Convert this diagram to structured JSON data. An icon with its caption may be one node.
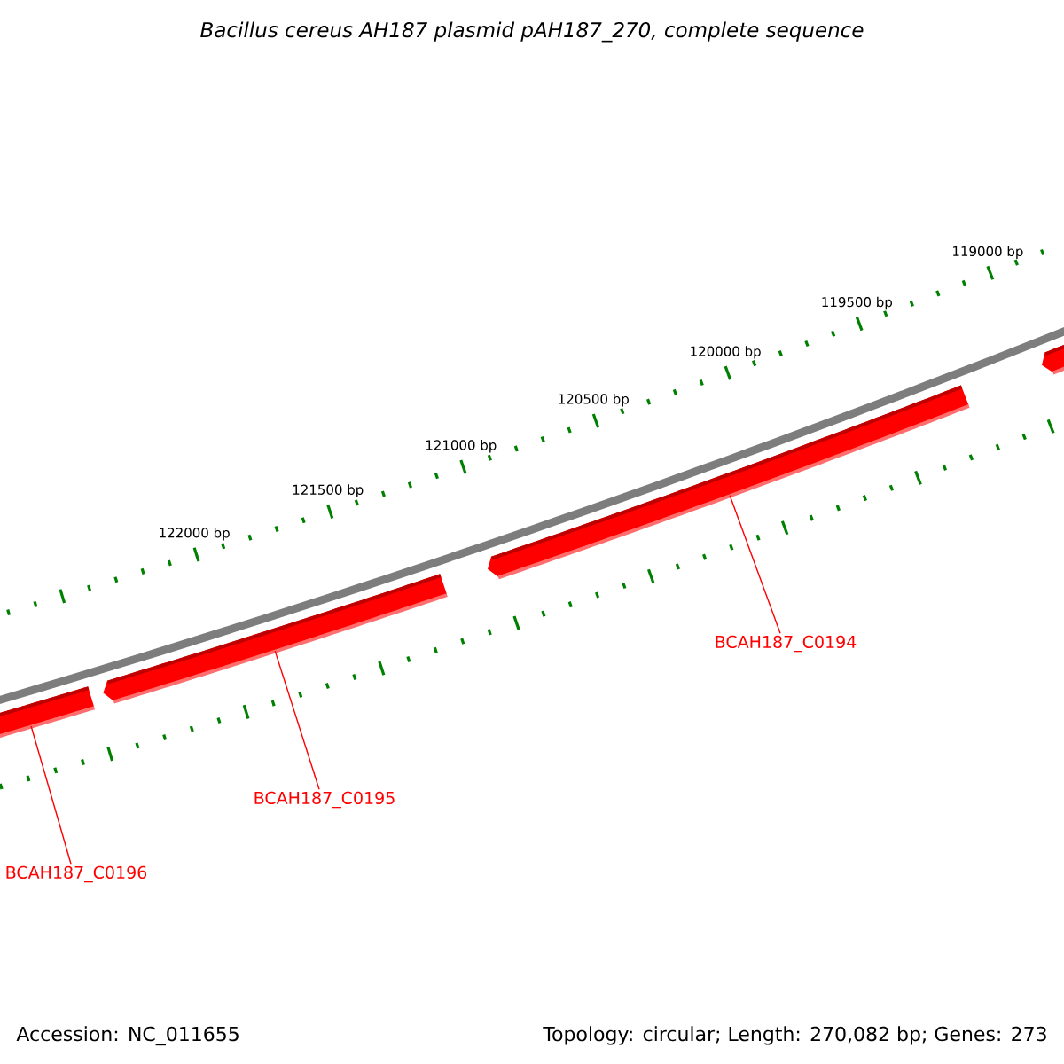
{
  "diagram": {
    "title": "Bacillus cereus AH187 plasmid pAH187_270, complete sequence",
    "nodes": [
      {
        "text": [],
        "shape": "arrow"
      },
      {
        "text": [],
        "shape": "arrow"
      },
      {
        "text": [],
        "shape": "arrow"
      },
      {
        "text": [],
        "shape": "arrow"
      },
      {
        "text": [
          "BCAH187_C0194"
        ]
      },
      {
        "text": [
          "BCAH187_C0195"
        ]
      },
      {
        "text": [
          "BCAH187_C0196"
        ]
      }
    ],
    "edges": [
      {
        "from": 4,
        "to": 2,
        "arrow": "none"
      },
      {
        "from": 5,
        "to": 1,
        "arrow": "none"
      },
      {
        "from": 6,
        "to": 0,
        "arrow": "none"
      }
    ],
    "labels": [
      "119000 bp",
      "119500 bp",
      "120000 bp",
      "120500 bp",
      "121000 bp",
      "121500 bp",
      "122000 bp",
      "Accession: NC_011655",
      "Topology: circular; Length: 270,082 bp; Genes: 273"
    ]
  }
}
